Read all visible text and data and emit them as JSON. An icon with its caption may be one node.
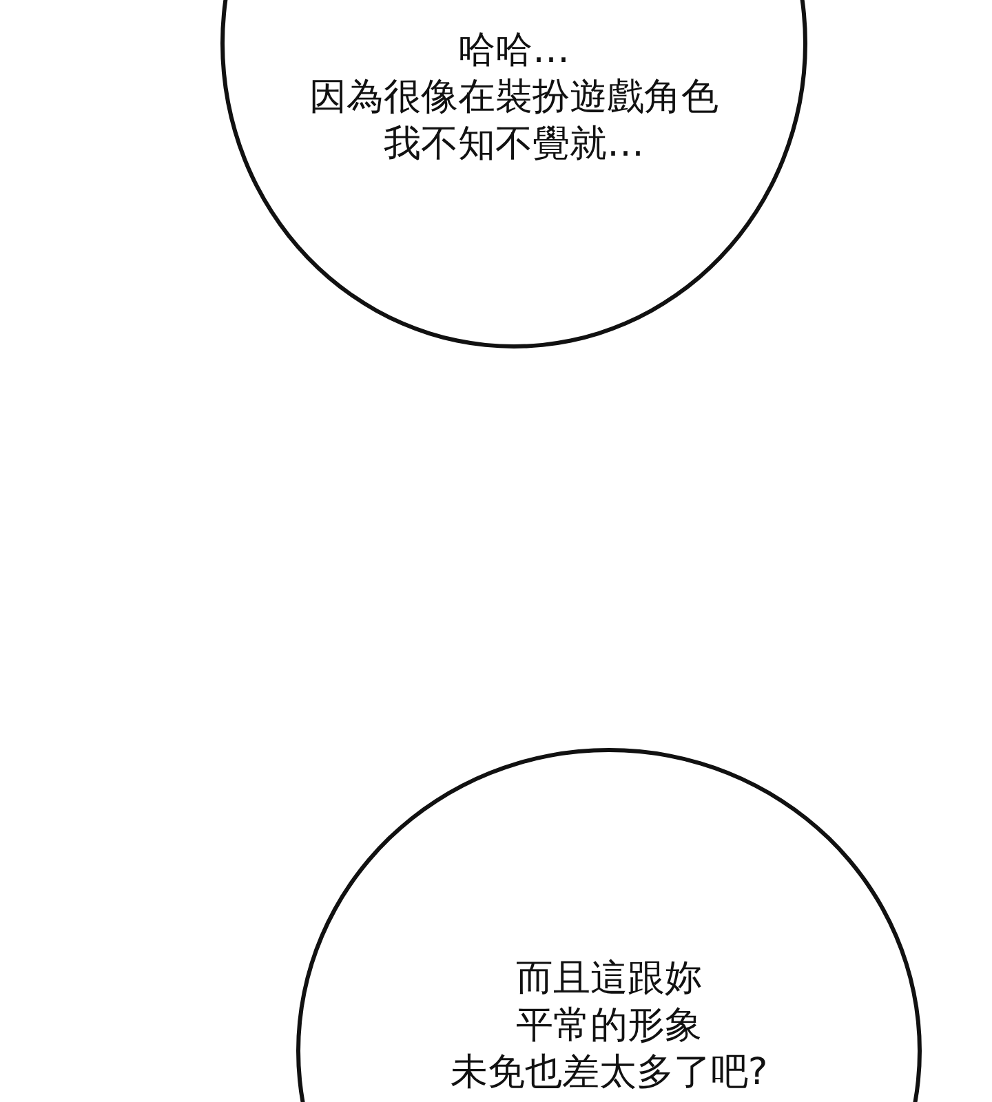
{
  "diagram": {
    "nodes": [
      {
        "text": [
          "哈哈…",
          "因為很像在裝扮遊戲角色",
          "我不知不覺就…"
        ]
      },
      {
        "text": [
          "而且這跟妳",
          "平常的形象",
          "未免也差太多了吧?"
        ]
      }
    ]
  }
}
